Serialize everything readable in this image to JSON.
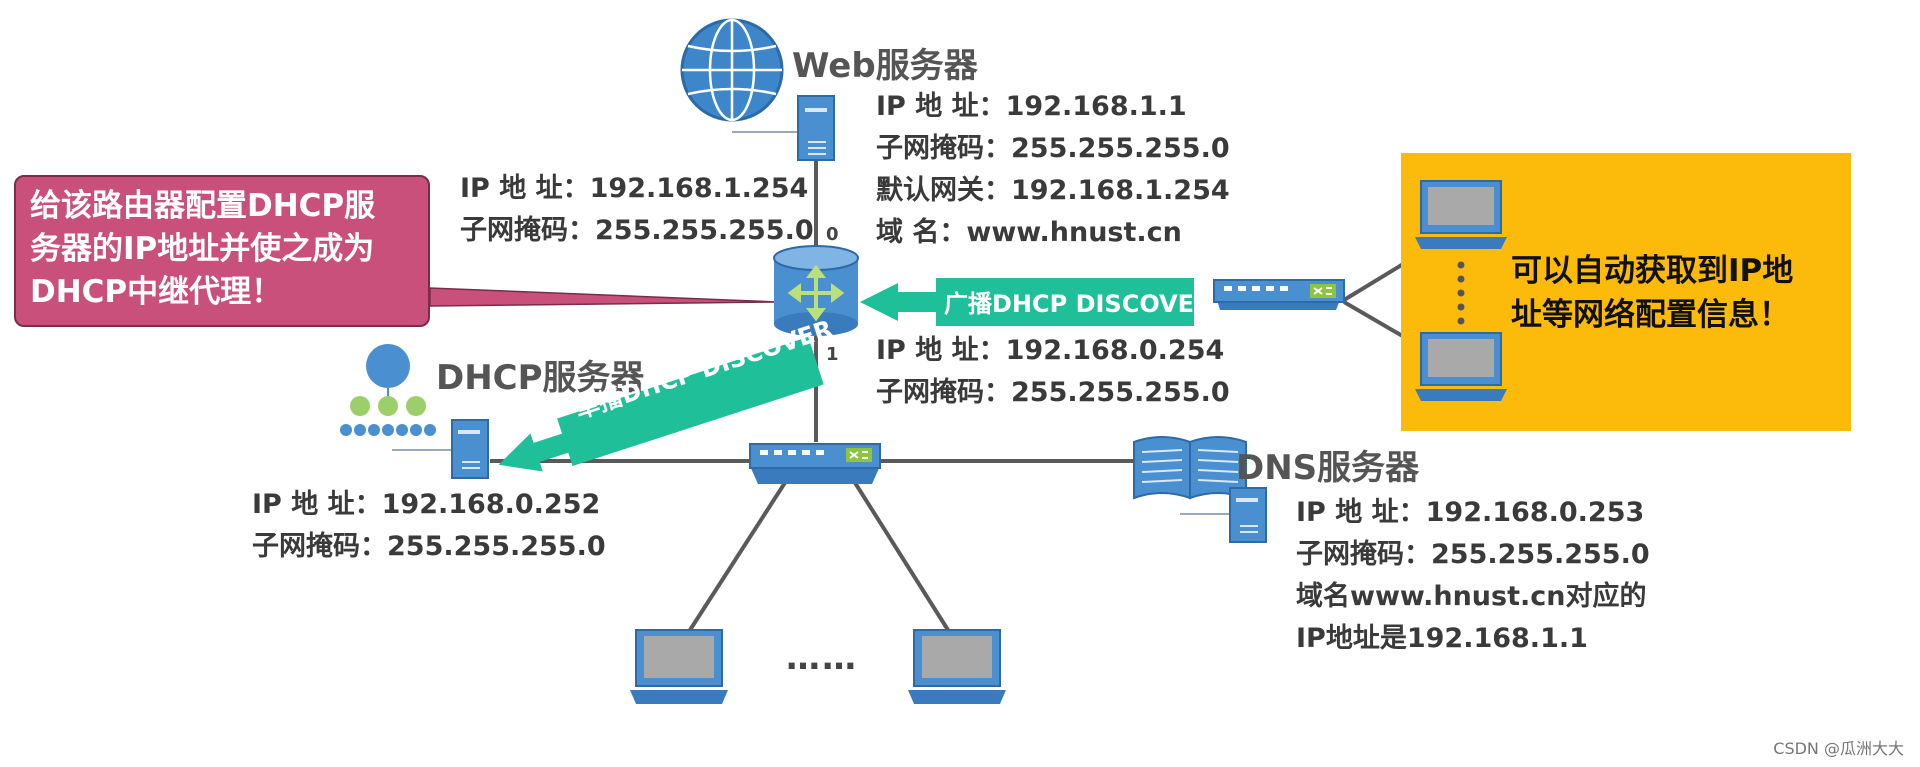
{
  "web_server": {
    "title": "Web服务器",
    "ip": "IP 地  址：192.168.1.1",
    "mask": "子网掩码：255.255.255.0",
    "gateway": "默认网关：192.168.1.254",
    "domain": "域       名：www.hnust.cn"
  },
  "router": {
    "port0_ip": "IP 地  址：192.168.1.254",
    "port0_mask": "子网掩码：255.255.255.0",
    "port0_label": "0",
    "port1_label": "1",
    "port1_ip": "IP 地  址：192.168.0.254",
    "port1_mask": "子网掩码：255.255.255.0"
  },
  "dhcp_server": {
    "title": "DHCP服务器",
    "ip": "IP 地  址：192.168.0.252",
    "mask": "子网掩码：255.255.255.0"
  },
  "dns_server": {
    "title": "DNS服务器",
    "ip": "IP 地  址：192.168.0.253",
    "mask": "子网掩码：255.255.255.0",
    "note_line1": "域名www.hnust.cn对应的",
    "note_line2": "IP地址是192.168.1.1"
  },
  "callout_left": {
    "line1": "给该路由器配置DHCP服",
    "line2": "务器的IP地址并使之成为",
    "line3": "DHCP中继代理！"
  },
  "callout_right": {
    "line1": "可以自动获取到IP地",
    "line2": "址等网络配置信息！"
  },
  "arrows": {
    "broadcast": "广播DHCP DISCOVER",
    "unicast": "单播DHCP DISCOVER"
  },
  "ellipsis": "……",
  "watermark": "CSDN @瓜洲大大",
  "colors": {
    "device_blue": "#4a8fd0",
    "arrow_green": "#1fbf9a",
    "callout_pink": "#c8507a",
    "callout_yellow": "#fcbb0a"
  }
}
